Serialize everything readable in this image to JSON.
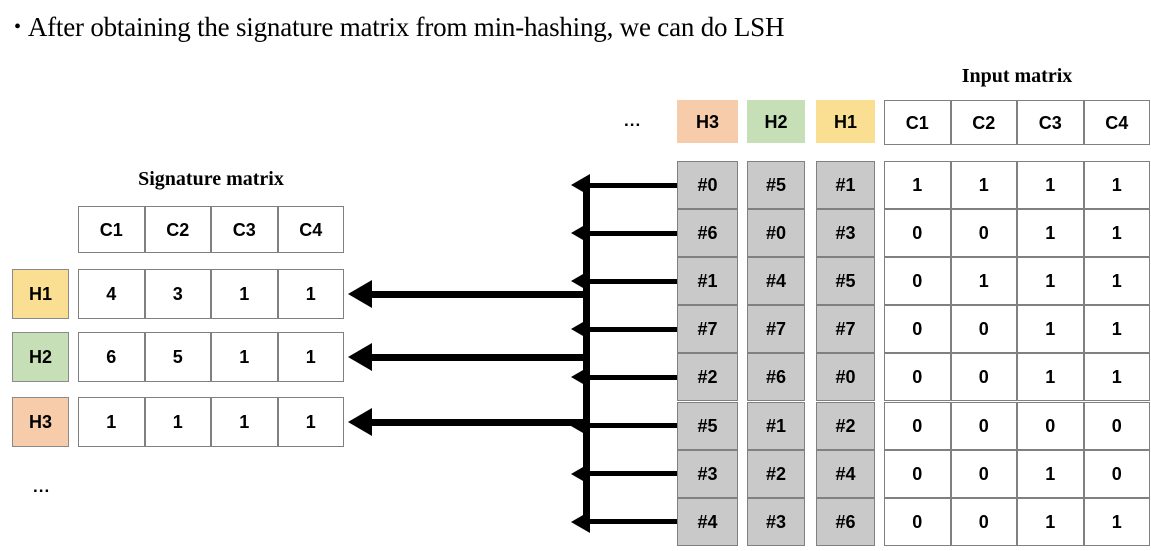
{
  "headline": {
    "bullet": "•",
    "text": "After obtaining the signature matrix from min-hashing, we can do LSH"
  },
  "signature_matrix": {
    "caption": "Signature matrix",
    "columns": [
      "C1",
      "C2",
      "C3",
      "C4"
    ],
    "rows": [
      {
        "label": "H1",
        "color": "#FADF93",
        "values": [
          "4",
          "3",
          "1",
          "1"
        ]
      },
      {
        "label": "H2",
        "color": "#C6DFB6",
        "values": [
          "6",
          "5",
          "1",
          "1"
        ]
      },
      {
        "label": "H3",
        "color": "#F7CCAB",
        "values": [
          "1",
          "1",
          "1",
          "1"
        ]
      }
    ],
    "more_rows_ellipsis": "..."
  },
  "hash_columns": {
    "leading_ellipsis": "...",
    "columns": [
      {
        "label": "H3",
        "color": "#F7CCAB",
        "values": [
          "#0",
          "#6",
          "#1",
          "#7",
          "#2",
          "#5",
          "#3",
          "#4"
        ]
      },
      {
        "label": "H2",
        "color": "#C6DFB6",
        "values": [
          "#5",
          "#0",
          "#4",
          "#7",
          "#6",
          "#1",
          "#2",
          "#3"
        ]
      },
      {
        "label": "H1",
        "color": "#FADF93",
        "values": [
          "#1",
          "#3",
          "#5",
          "#7",
          "#0",
          "#2",
          "#4",
          "#6"
        ]
      }
    ]
  },
  "input_matrix": {
    "caption": "Input matrix",
    "columns": [
      "C1",
      "C2",
      "C3",
      "C4"
    ],
    "rows": [
      [
        "1",
        "1",
        "1",
        "1"
      ],
      [
        "0",
        "0",
        "1",
        "1"
      ],
      [
        "0",
        "1",
        "1",
        "1"
      ],
      [
        "0",
        "0",
        "1",
        "1"
      ],
      [
        "0",
        "0",
        "1",
        "1"
      ],
      [
        "0",
        "0",
        "0",
        "0"
      ],
      [
        "0",
        "0",
        "1",
        "0"
      ],
      [
        "0",
        "0",
        "1",
        "1"
      ]
    ]
  },
  "colors": {
    "cell_border": "#808080",
    "gray_cell_fill": "#C9C9C9",
    "arrow": "#000000"
  }
}
